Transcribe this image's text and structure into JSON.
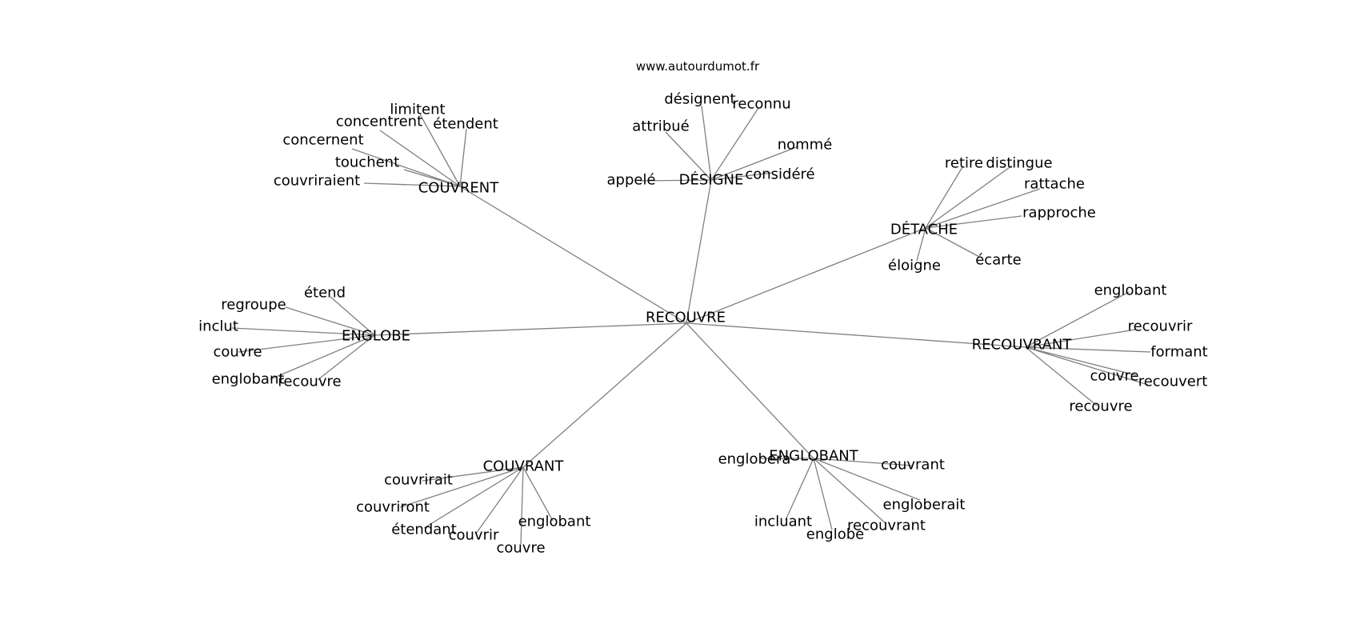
{
  "source_url": "www.autourdumot.fr",
  "center": "RECOUVRE",
  "clusters": [
    {
      "id": "couvrent",
      "label": "COUVRENT",
      "words": [
        "couvriraient",
        "touchent",
        "concernent",
        "concentrent",
        "limitent",
        "étendent"
      ]
    },
    {
      "id": "designe",
      "label": "DÉSIGNE",
      "words": [
        "appelé",
        "attribué",
        "désignent",
        "reconnu",
        "nommé",
        "considéré"
      ]
    },
    {
      "id": "detache",
      "label": "DÉTACHE",
      "words": [
        "retire",
        "distingue",
        "rattache",
        "rapproche",
        "écarte",
        "éloigne"
      ]
    },
    {
      "id": "englobe",
      "label": "ENGLOBE",
      "words": [
        "étend",
        "regroupe",
        "inclut",
        "couvre",
        "englobant",
        "recouvre"
      ]
    },
    {
      "id": "recouvrant",
      "label": "RECOUVRANT",
      "words": [
        "englobant",
        "recouvrir",
        "formant",
        "couvre",
        "recouvert",
        "recouvre"
      ]
    },
    {
      "id": "couvrant",
      "label": "COUVRANT",
      "words": [
        "couvrirait",
        "couvriront",
        "étendant",
        "couvrir",
        "couvre",
        "englobant"
      ]
    },
    {
      "id": "englobant",
      "label": "ENGLOBANT",
      "words": [
        "englobera",
        "couvrant",
        "engloberait",
        "recouvrant",
        "englobe",
        "incluant"
      ]
    }
  ]
}
